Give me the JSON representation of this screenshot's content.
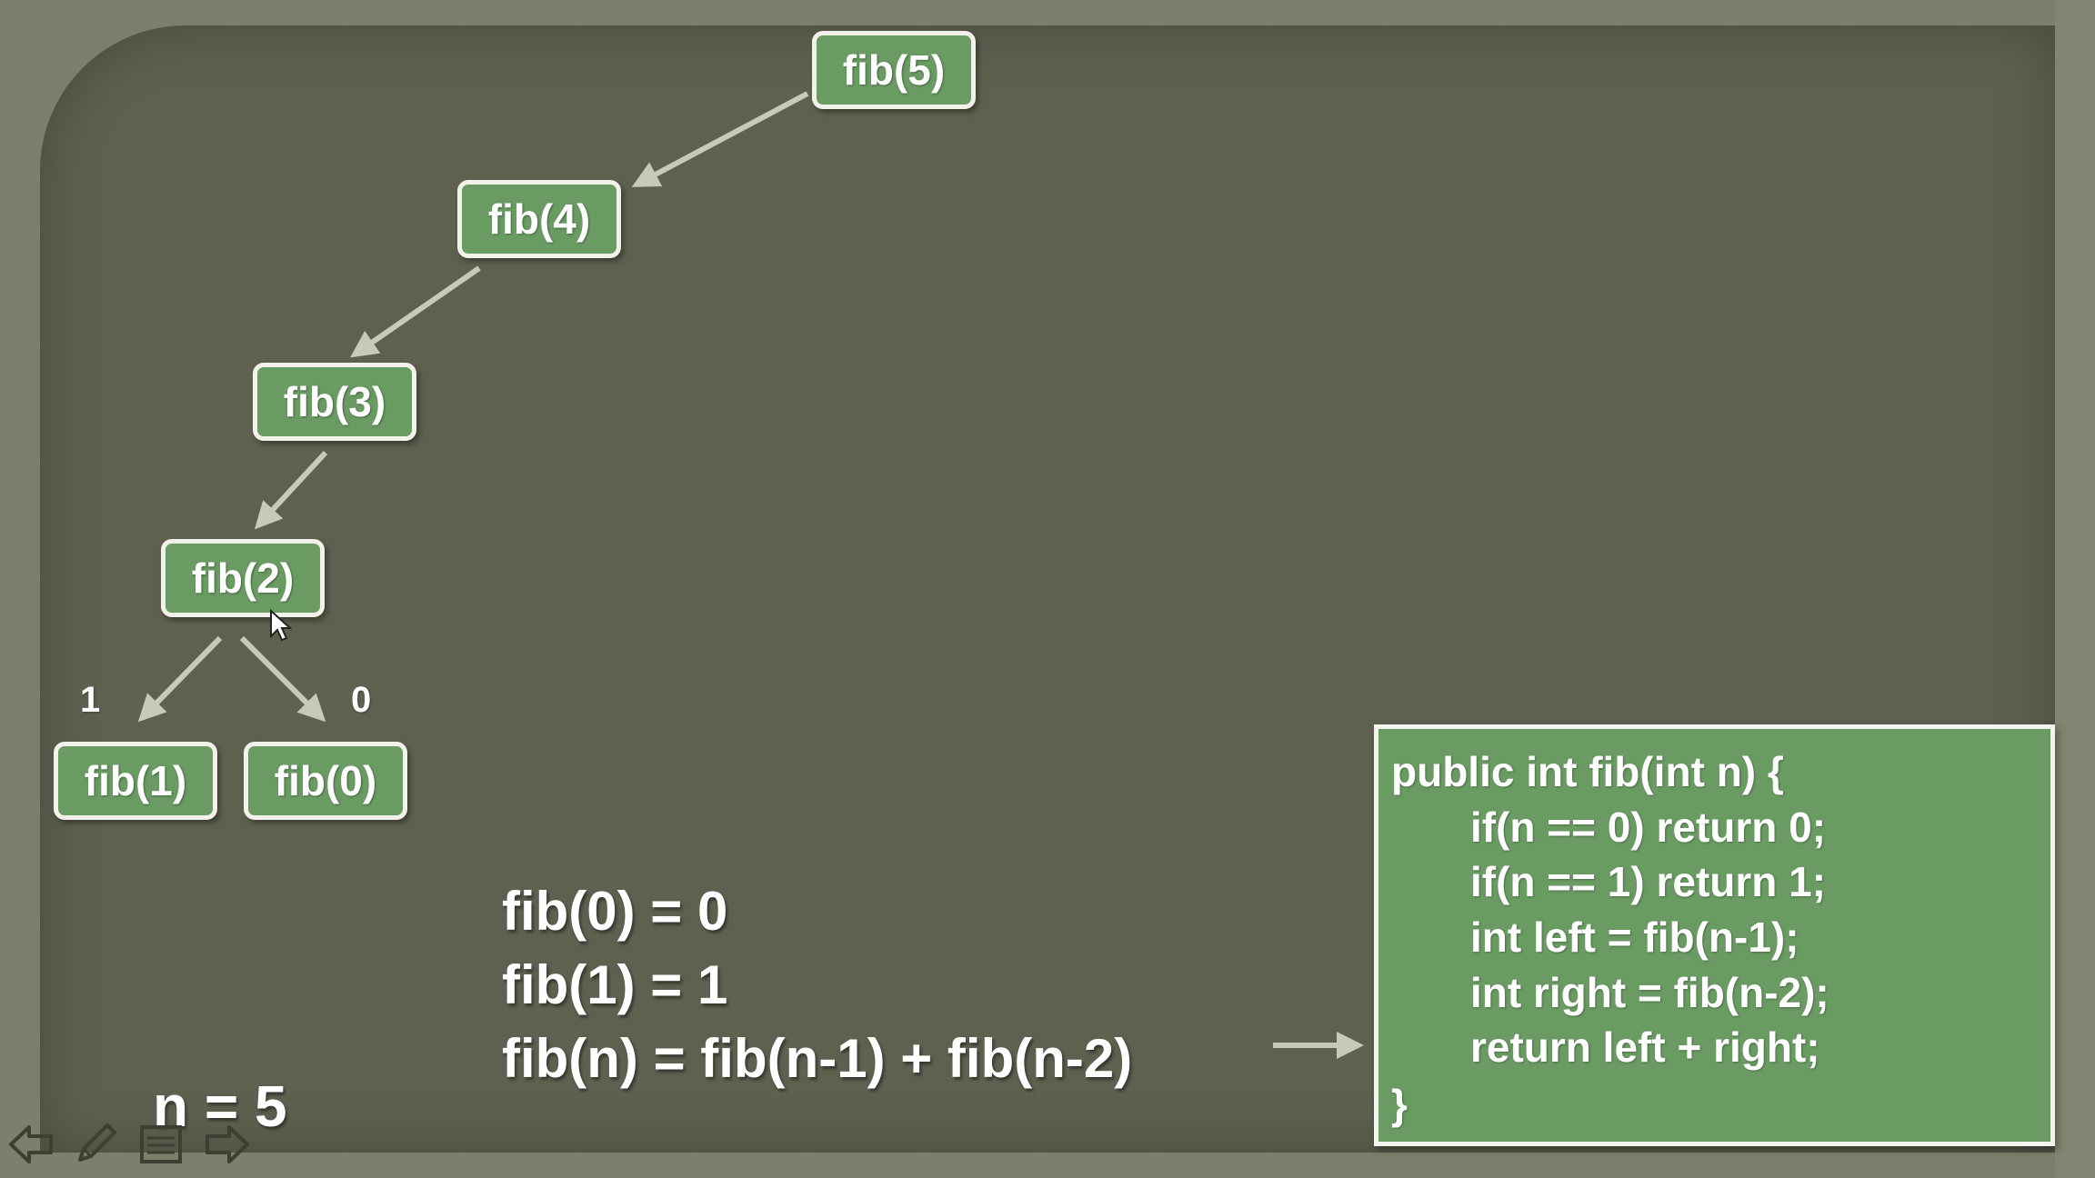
{
  "tree": {
    "nodes": {
      "fib5": "fib(5)",
      "fib4": "fib(4)",
      "fib3": "fib(3)",
      "fib2": "fib(2)",
      "fib1": "fib(1)",
      "fib0": "fib(0)"
    },
    "edge_labels": {
      "left": "1",
      "right": "0"
    }
  },
  "formulas": [
    "fib(0) = 0",
    "fib(1) = 1",
    "fib(n) = fib(n-1) + fib(n-2)"
  ],
  "n_label": "n = 5",
  "code": [
    "public int fib(int n) {",
    "if(n == 0) return 0;",
    "if(n == 1) return 1;",
    "int left = fib(n-1);",
    "int right = fib(n-2);",
    "return left + right;",
    "}"
  ],
  "colors": {
    "board": "#5e6150",
    "node_fill": "#6a9b63",
    "node_border": "#f2f2ea",
    "arrow": "#c9c9b8"
  },
  "icons": [
    "previous-slide-icon",
    "pen-icon",
    "slide-menu-icon",
    "next-slide-icon"
  ]
}
